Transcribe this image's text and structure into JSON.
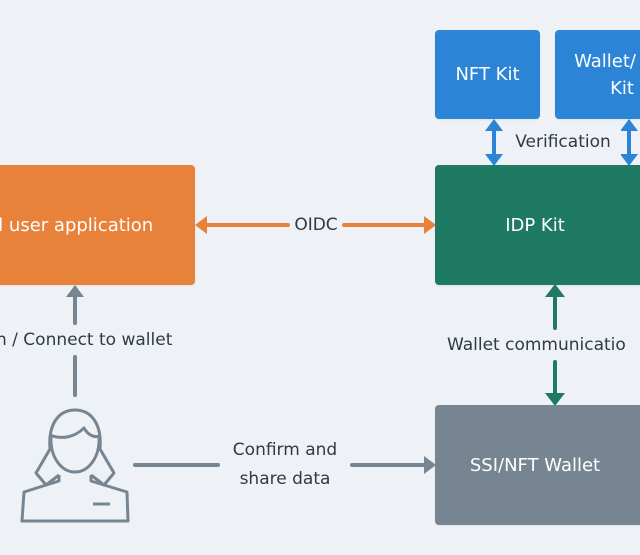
{
  "colors": {
    "background": "#eef2f6",
    "app_box": "#e8823a",
    "kit_box": "#2b84d6",
    "idp_box": "#1f7a63",
    "wallet_box": "#778593",
    "oidc_arrow": "#e8823a",
    "verification_arrow": "#2b84d6",
    "wallet_comm_arrow": "#1f7a63",
    "user_arrow": "#778593",
    "label_text": "#2f3a46"
  },
  "nodes": {
    "app": {
      "label": "d user application"
    },
    "nft_kit": {
      "label": "NFT Kit"
    },
    "wallet_kit": {
      "label_line1": "Wallet/",
      "label_line2": "Kit"
    },
    "idp_kit": {
      "label": "IDP Kit"
    },
    "ssi_wallet": {
      "label": "SSI/NFT Wallet"
    },
    "user": {
      "icon": "user-icon"
    }
  },
  "edges": {
    "oidc": {
      "label": "OIDC"
    },
    "verification": {
      "label": "Verification"
    },
    "wallet_communication": {
      "label": "Wallet communicatio"
    },
    "connect": {
      "label": "n / Connect to wallet"
    },
    "confirm": {
      "label_line1": "Confirm and",
      "label_line2": "share data"
    }
  }
}
